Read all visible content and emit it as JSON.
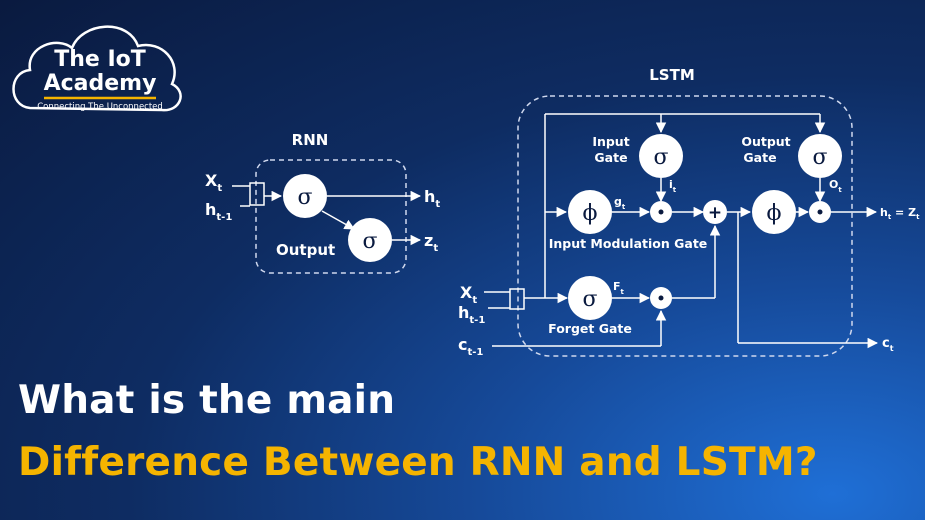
{
  "logo": {
    "title_line1": "The IoT",
    "title_line2": "Academy",
    "tagline": "Connecting The Unconnected"
  },
  "rnn": {
    "title": "RNN",
    "sigma": "σ",
    "input_x": "X",
    "input_x_sub": "t",
    "input_h": "h",
    "input_h_sub": "t-1",
    "output_label": "Output",
    "out_h": "h",
    "out_h_sub": "t",
    "out_z": "z",
    "out_z_sub": "t"
  },
  "lstm": {
    "title": "LSTM",
    "sigma": "σ",
    "phi": "ϕ",
    "dot": "•",
    "plus": "+",
    "input_gate_line1": "Input",
    "input_gate_line2": "Gate",
    "output_gate_line1": "Output",
    "output_gate_line2": "Gate",
    "input_modulation_gate": "Input Modulation Gate",
    "forget_gate": "Forget Gate",
    "g": "g",
    "g_sub": "t",
    "i": "i",
    "i_sub": "t",
    "f": "F",
    "f_sub": "t",
    "o": "O",
    "o_sub": "t",
    "in_x": "X",
    "in_x_sub": "t",
    "in_h": "h",
    "in_h_sub": "t-1",
    "in_c": "c",
    "in_c_sub": "t-1",
    "out_h": "h",
    "out_h_sub": "t",
    "out_eq": " = Z",
    "out_eq_sub": "t",
    "out_c": "c",
    "out_c_sub": "t"
  },
  "headline": {
    "line1": "What is the main",
    "line2": "Difference Between RNN and LSTM?"
  },
  "colors": {
    "accent": "#f5b400",
    "text": "#ffffff",
    "bg_dark": "#0a1a3f",
    "bg_light": "#1f6fd6"
  }
}
